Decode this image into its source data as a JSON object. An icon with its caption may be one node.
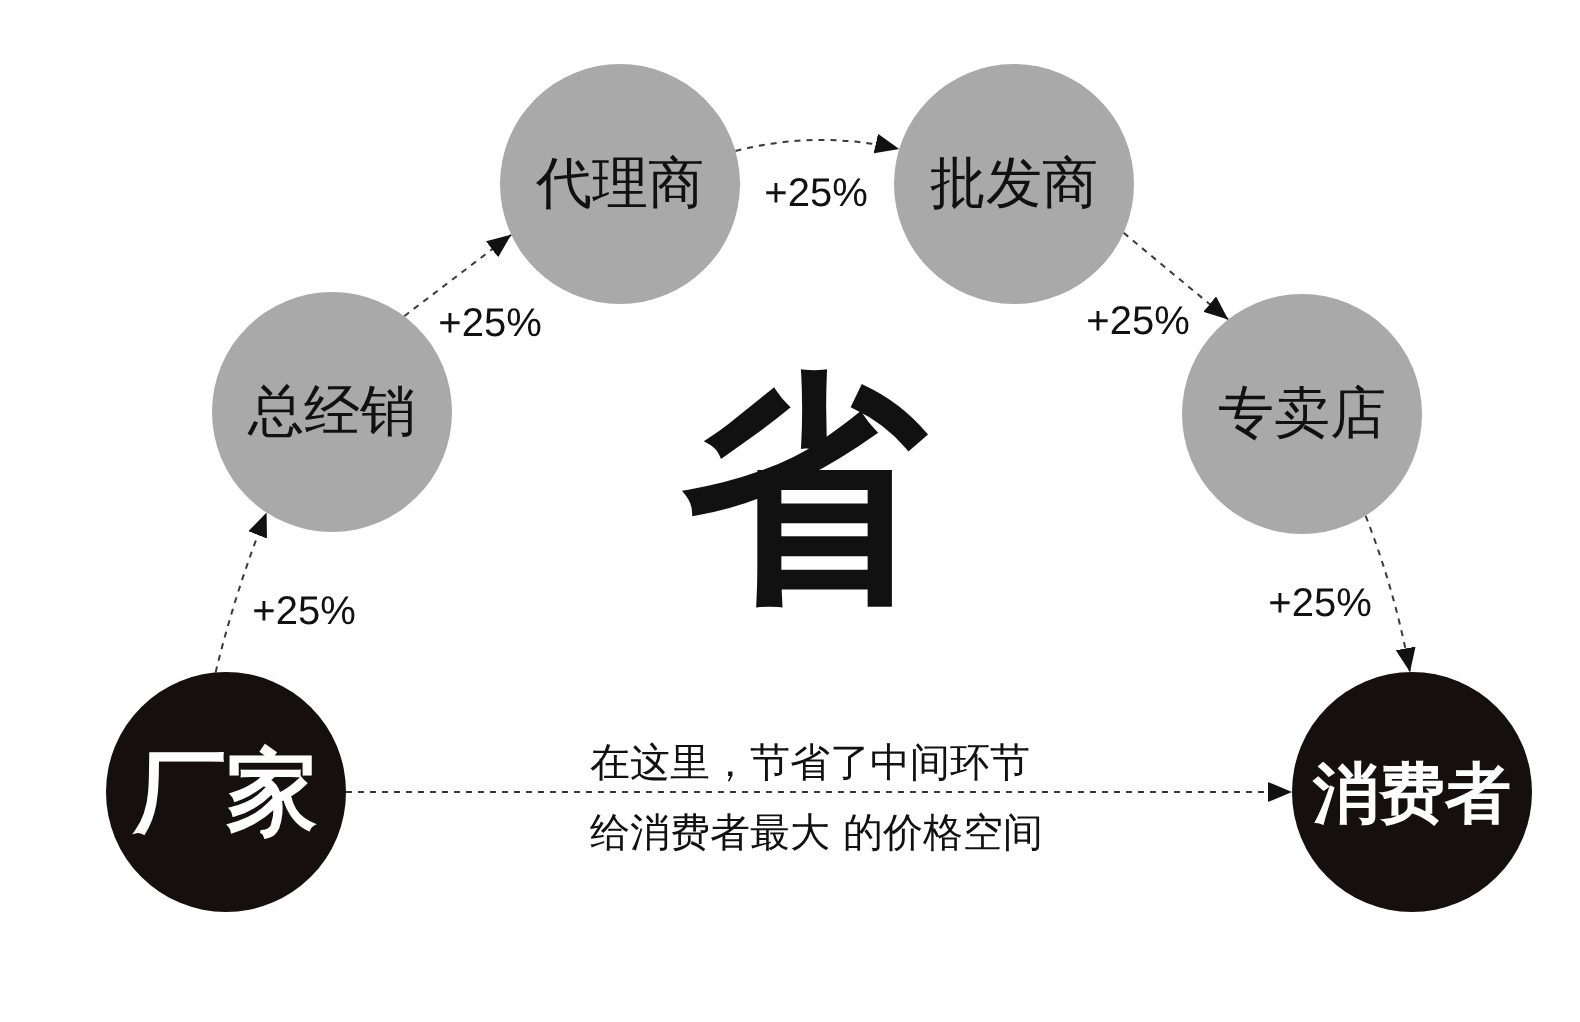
{
  "diagram": {
    "nodes": [
      {
        "text": [
          "厂家"
        ]
      },
      {
        "text": [
          "总经销"
        ]
      },
      {
        "text": [
          "代理商"
        ]
      },
      {
        "text": [
          "批发商"
        ]
      },
      {
        "text": [
          "专卖店"
        ]
      },
      {
        "text": [
          "消费者"
        ]
      }
    ],
    "edges": [
      {
        "from": 0,
        "to": 1,
        "arrow": "to",
        "label": "+25%",
        "style": "dashed"
      },
      {
        "from": 1,
        "to": 2,
        "arrow": "to",
        "label": "+25%",
        "style": "dashed"
      },
      {
        "from": 2,
        "to": 3,
        "arrow": "to",
        "label": "+25%",
        "style": "dashed"
      },
      {
        "from": 3,
        "to": 4,
        "arrow": "to",
        "label": "+25%",
        "style": "dashed"
      },
      {
        "from": 4,
        "to": 5,
        "arrow": "to",
        "label": "+25%",
        "style": "dashed"
      },
      {
        "from": 0,
        "to": 5,
        "arrow": "to",
        "style": "dashed"
      }
    ],
    "labels": [
      "省",
      "在这里，节省了中间环节",
      "给消费者最大 的价格空间"
    ]
  }
}
